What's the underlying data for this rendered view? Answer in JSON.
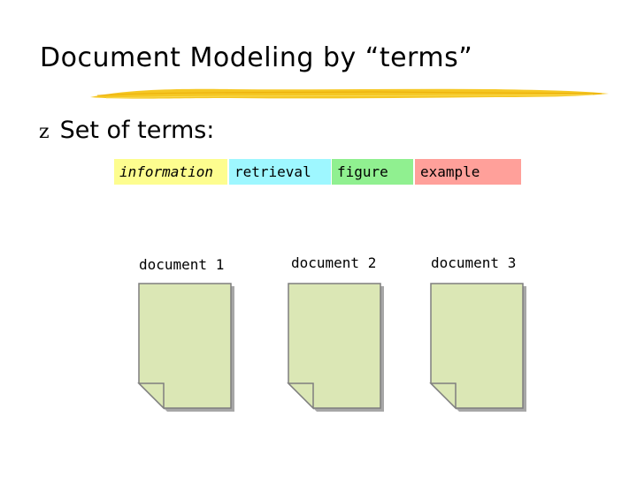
{
  "slide": {
    "title": "Document Modeling by “terms”",
    "bullet_glyph": "z",
    "bullet_text": "Set of terms:"
  },
  "terms": [
    {
      "label": "information",
      "color": "#fdfd8f"
    },
    {
      "label": "retrieval",
      "color": "#9ef7ff"
    },
    {
      "label": "figure",
      "color": "#90f090"
    },
    {
      "label": "example",
      "color": "#ffa09a"
    }
  ],
  "documents": [
    {
      "label": "document 1"
    },
    {
      "label": "document 2"
    },
    {
      "label": "document 3"
    }
  ],
  "colors": {
    "underline": "#f4c416",
    "document_fill": "#dbe7b5",
    "document_border": "#7f7f7f",
    "document_shadow": "#a7a7a7"
  }
}
